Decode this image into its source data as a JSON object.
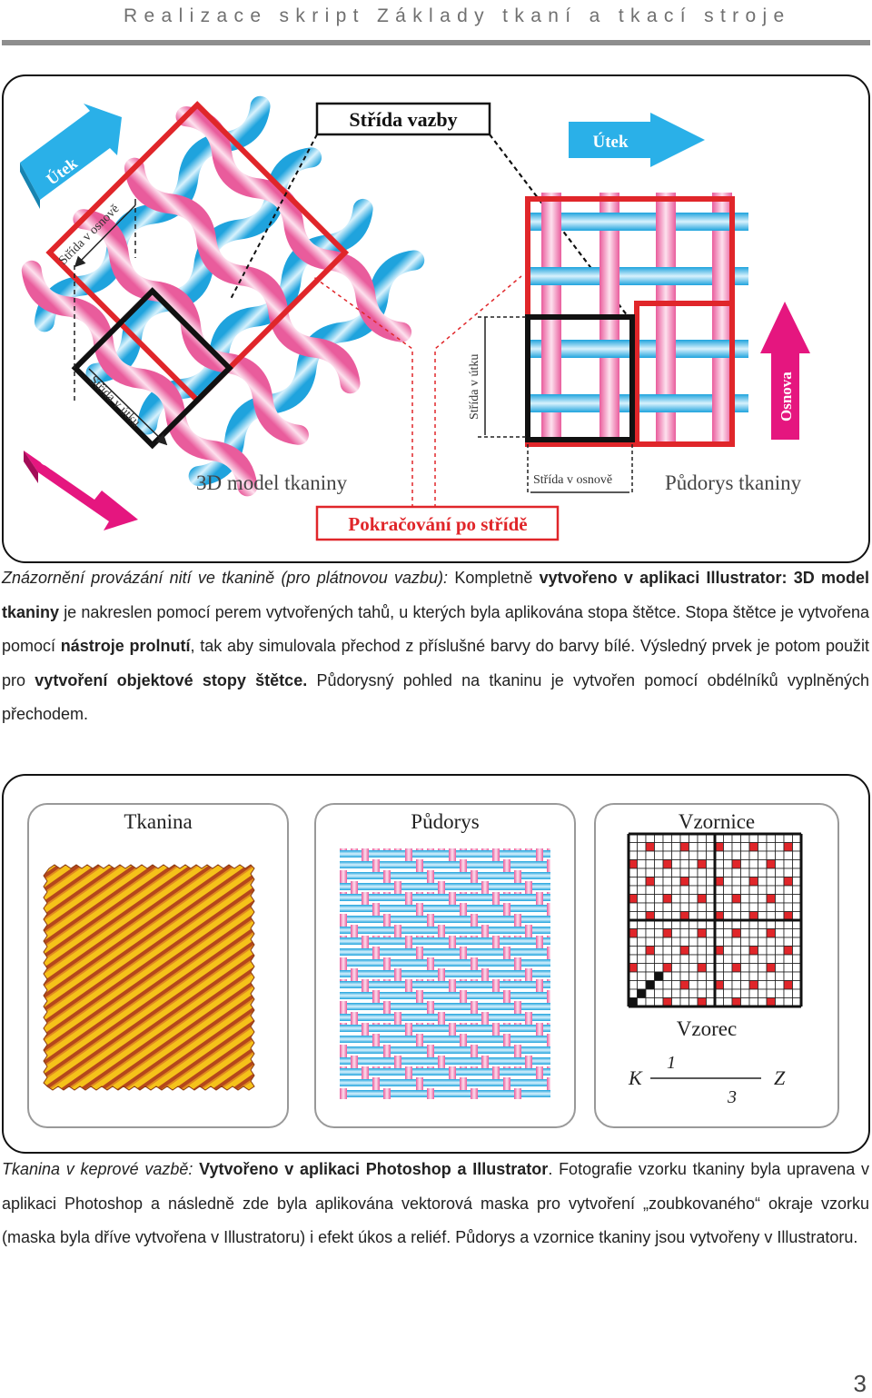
{
  "header": {
    "title": "Realizace skript Základy tkaní a tkací stroje"
  },
  "figure1": {
    "label_strida_vazby": "Střída vazby",
    "arrow_utek_left": "Útek",
    "arrow_utek_right": "Útek",
    "arrow_osnova_left": "Osnova",
    "arrow_osnova_right": "Osnova",
    "label_strida_v_osnove_left": "Střída v osnově",
    "label_strida_v_utku_left": "Střída v útku",
    "label_strida_v_utku_right": "Střída v útku",
    "label_strida_v_osnove_right": "Střída v osnově",
    "label_3d_model": "3D model tkaniny",
    "label_pudorys": "Půdorys tkaniny",
    "label_pokracovani": "Pokračování po střídě",
    "colors": {
      "warp_pink": "#f07fb0",
      "weft_blue": "#49b8e6",
      "red_frame": "#e0262a",
      "arrow_blue": "#2ab0e8",
      "arrow_pink": "#e5167f"
    }
  },
  "caption1": {
    "italic": "Znázornění provázání nití ve tkanině (pro plátnovou vazbu):",
    "t1": " Kompletně ",
    "b1": "vytvořeno v aplikaci Illustrator: 3D model tkaniny",
    "t2": " je nakreslen pomocí perem vytvořených tahů, u kterých byla aplikována stopa štětce. Stopa štětce je vytvořena pomocí ",
    "b2": "nástroje prolnutí",
    "t3": ", tak aby simulovala přechod z příslušné barvy do barvy bílé. Výsledný prvek je potom použit pro ",
    "b3": "vytvoření objektové stopy štětce.",
    "t4": " Půdorysný pohled na tkaninu je vytvořen pomocí obdélníků vyplněných přechodem."
  },
  "figure2": {
    "card1_title": "Tkanina",
    "card2_title": "Půdorys",
    "card3_title": "Vzornice",
    "vzorec_title": "Vzorec",
    "vzorec_k": "K",
    "vzorec_z": "Z",
    "vzorec_top": "1",
    "vzorec_bottom": "3"
  },
  "caption2": {
    "italic": "Tkanina v keprové vazbě:",
    "b1": " Vytvořeno v aplikaci Photoshop a Illustrator",
    "t1": ". Fotografie vzorku tkaniny byla upravena v aplikaci Photoshop a následně zde byla aplikována vektorová maska pro vytvoření „zoubkovaného“ okraje vzorku (maska byla dříve vytvořena v Illustratoru) i efekt úkos a reliéf. Půdorys a vzornice tkaniny jsou vytvořeny v Illustratoru."
  },
  "page_number": "3"
}
